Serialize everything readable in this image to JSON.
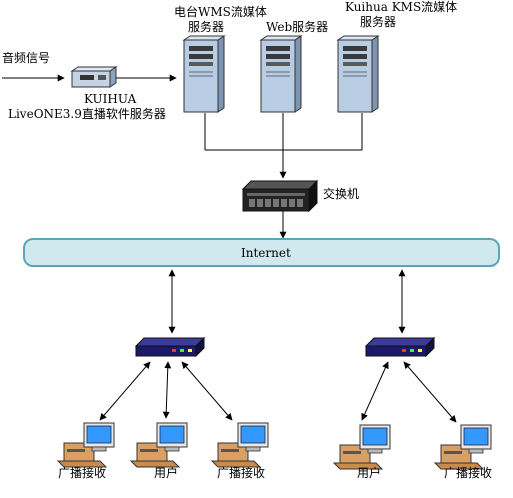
{
  "labels": {
    "audio_signal": "音频信号",
    "live_server_line1": "KUIHUA",
    "live_server_line2": "LiveONE3.9直播软件服务器",
    "wms_server_line1": "电台WMS流媒体",
    "wms_server_line2": "服务器",
    "web_server": "Web服务器",
    "kms_server_line1": "Kuihua KMS流媒体",
    "kms_server_line2": "服务器",
    "switch": "交换机",
    "internet": "Internet",
    "client_1": "广播接收",
    "client_2": "用户",
    "client_3": "广播接收",
    "client_4": "用户",
    "client_5": "广播接收"
  },
  "colors": {
    "server_body": "#b8cce4",
    "server_side": "#7d95b3",
    "internet_fill": "#cfe9ee",
    "internet_border": "#5aa6b8",
    "router_body": "#1a1a66",
    "monitor_screen": "#3399ff",
    "pc_body": "#d9a066"
  }
}
